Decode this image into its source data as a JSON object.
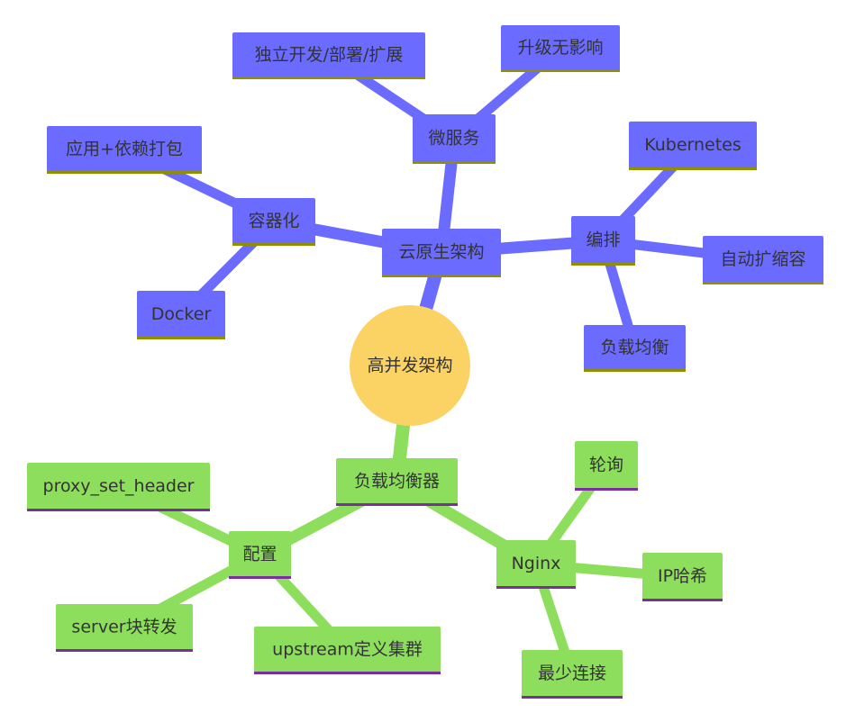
{
  "colors": {
    "center_fill": "#fbd364",
    "top_branch_fill": "#6b6bff",
    "top_branch_underline": "#8f8f00",
    "bottom_branch_fill": "#8cde5c",
    "bottom_branch_underline": "#7a2f9e",
    "text": "#333333"
  },
  "center": {
    "label": "高并发架构"
  },
  "branches": [
    {
      "id": "cloud-native",
      "label": "云原生架构",
      "color": "top",
      "children": [
        {
          "id": "microservices",
          "label": "微服务",
          "children": [
            {
              "id": "independent-dev",
              "label": "独立开发/部署/扩展"
            },
            {
              "id": "upgrade-no-impact",
              "label": "升级无影响"
            }
          ]
        },
        {
          "id": "containerization",
          "label": "容器化",
          "children": [
            {
              "id": "app-dependency-packaging",
              "label": "应用+依赖打包"
            },
            {
              "id": "docker",
              "label": "Docker"
            }
          ]
        },
        {
          "id": "orchestration",
          "label": "编排",
          "children": [
            {
              "id": "kubernetes",
              "label": "Kubernetes"
            },
            {
              "id": "autoscaling",
              "label": "自动扩缩容"
            },
            {
              "id": "load-balancing",
              "label": "负载均衡"
            }
          ]
        }
      ]
    },
    {
      "id": "load-balancer",
      "label": "负载均衡器",
      "color": "bottom",
      "children": [
        {
          "id": "configuration",
          "label": "配置",
          "children": [
            {
              "id": "proxy-set-header",
              "label": "proxy_set_header"
            },
            {
              "id": "server-block-forward",
              "label": "server块转发"
            },
            {
              "id": "upstream-cluster",
              "label": "upstream定义集群"
            }
          ]
        },
        {
          "id": "nginx",
          "label": "Nginx",
          "children": [
            {
              "id": "round-robin",
              "label": "轮询"
            },
            {
              "id": "ip-hash",
              "label": "IP哈希"
            },
            {
              "id": "least-connections",
              "label": "最少连接"
            }
          ]
        }
      ]
    }
  ]
}
